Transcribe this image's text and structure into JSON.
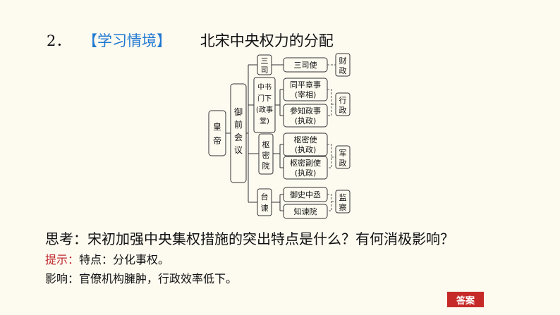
{
  "heading": {
    "number": "2．",
    "tag": "【学习情境】",
    "title": "北宋中央权力的分配"
  },
  "diagram": {
    "emperor": [
      "皇",
      "帝"
    ],
    "council": [
      "御",
      "前",
      "会",
      "议"
    ],
    "sansi": [
      "三",
      "司"
    ],
    "zhongshu": [
      "中书",
      "门下",
      "(政事",
      "堂)"
    ],
    "shumi": [
      "枢",
      "密",
      "院"
    ],
    "taijian": [
      "台",
      "谏"
    ],
    "sansishi": "三司使",
    "tongping": [
      "同平章事",
      "(宰相)"
    ],
    "canzhi": [
      "参知政事",
      "(执政)"
    ],
    "shumishi": [
      "枢密使",
      "(执政)"
    ],
    "shumifu": [
      "枢密副使",
      "(执政)"
    ],
    "yushi": "御史中丞",
    "zhijian": "知谏院",
    "caizheng": [
      "财",
      "政"
    ],
    "xingzheng": [
      "行",
      "政"
    ],
    "junzheng": [
      "军",
      "政"
    ],
    "jiancha": [
      "监",
      "察"
    ]
  },
  "question": "思考：宋初加强中央集权措施的突出特点是什么？有何消极影响？",
  "hint": {
    "label": "提示：",
    "text": "特点：分化事权。"
  },
  "impact": "影响：官僚机构臃肿，行政效率低下。",
  "answer_button": "答案"
}
